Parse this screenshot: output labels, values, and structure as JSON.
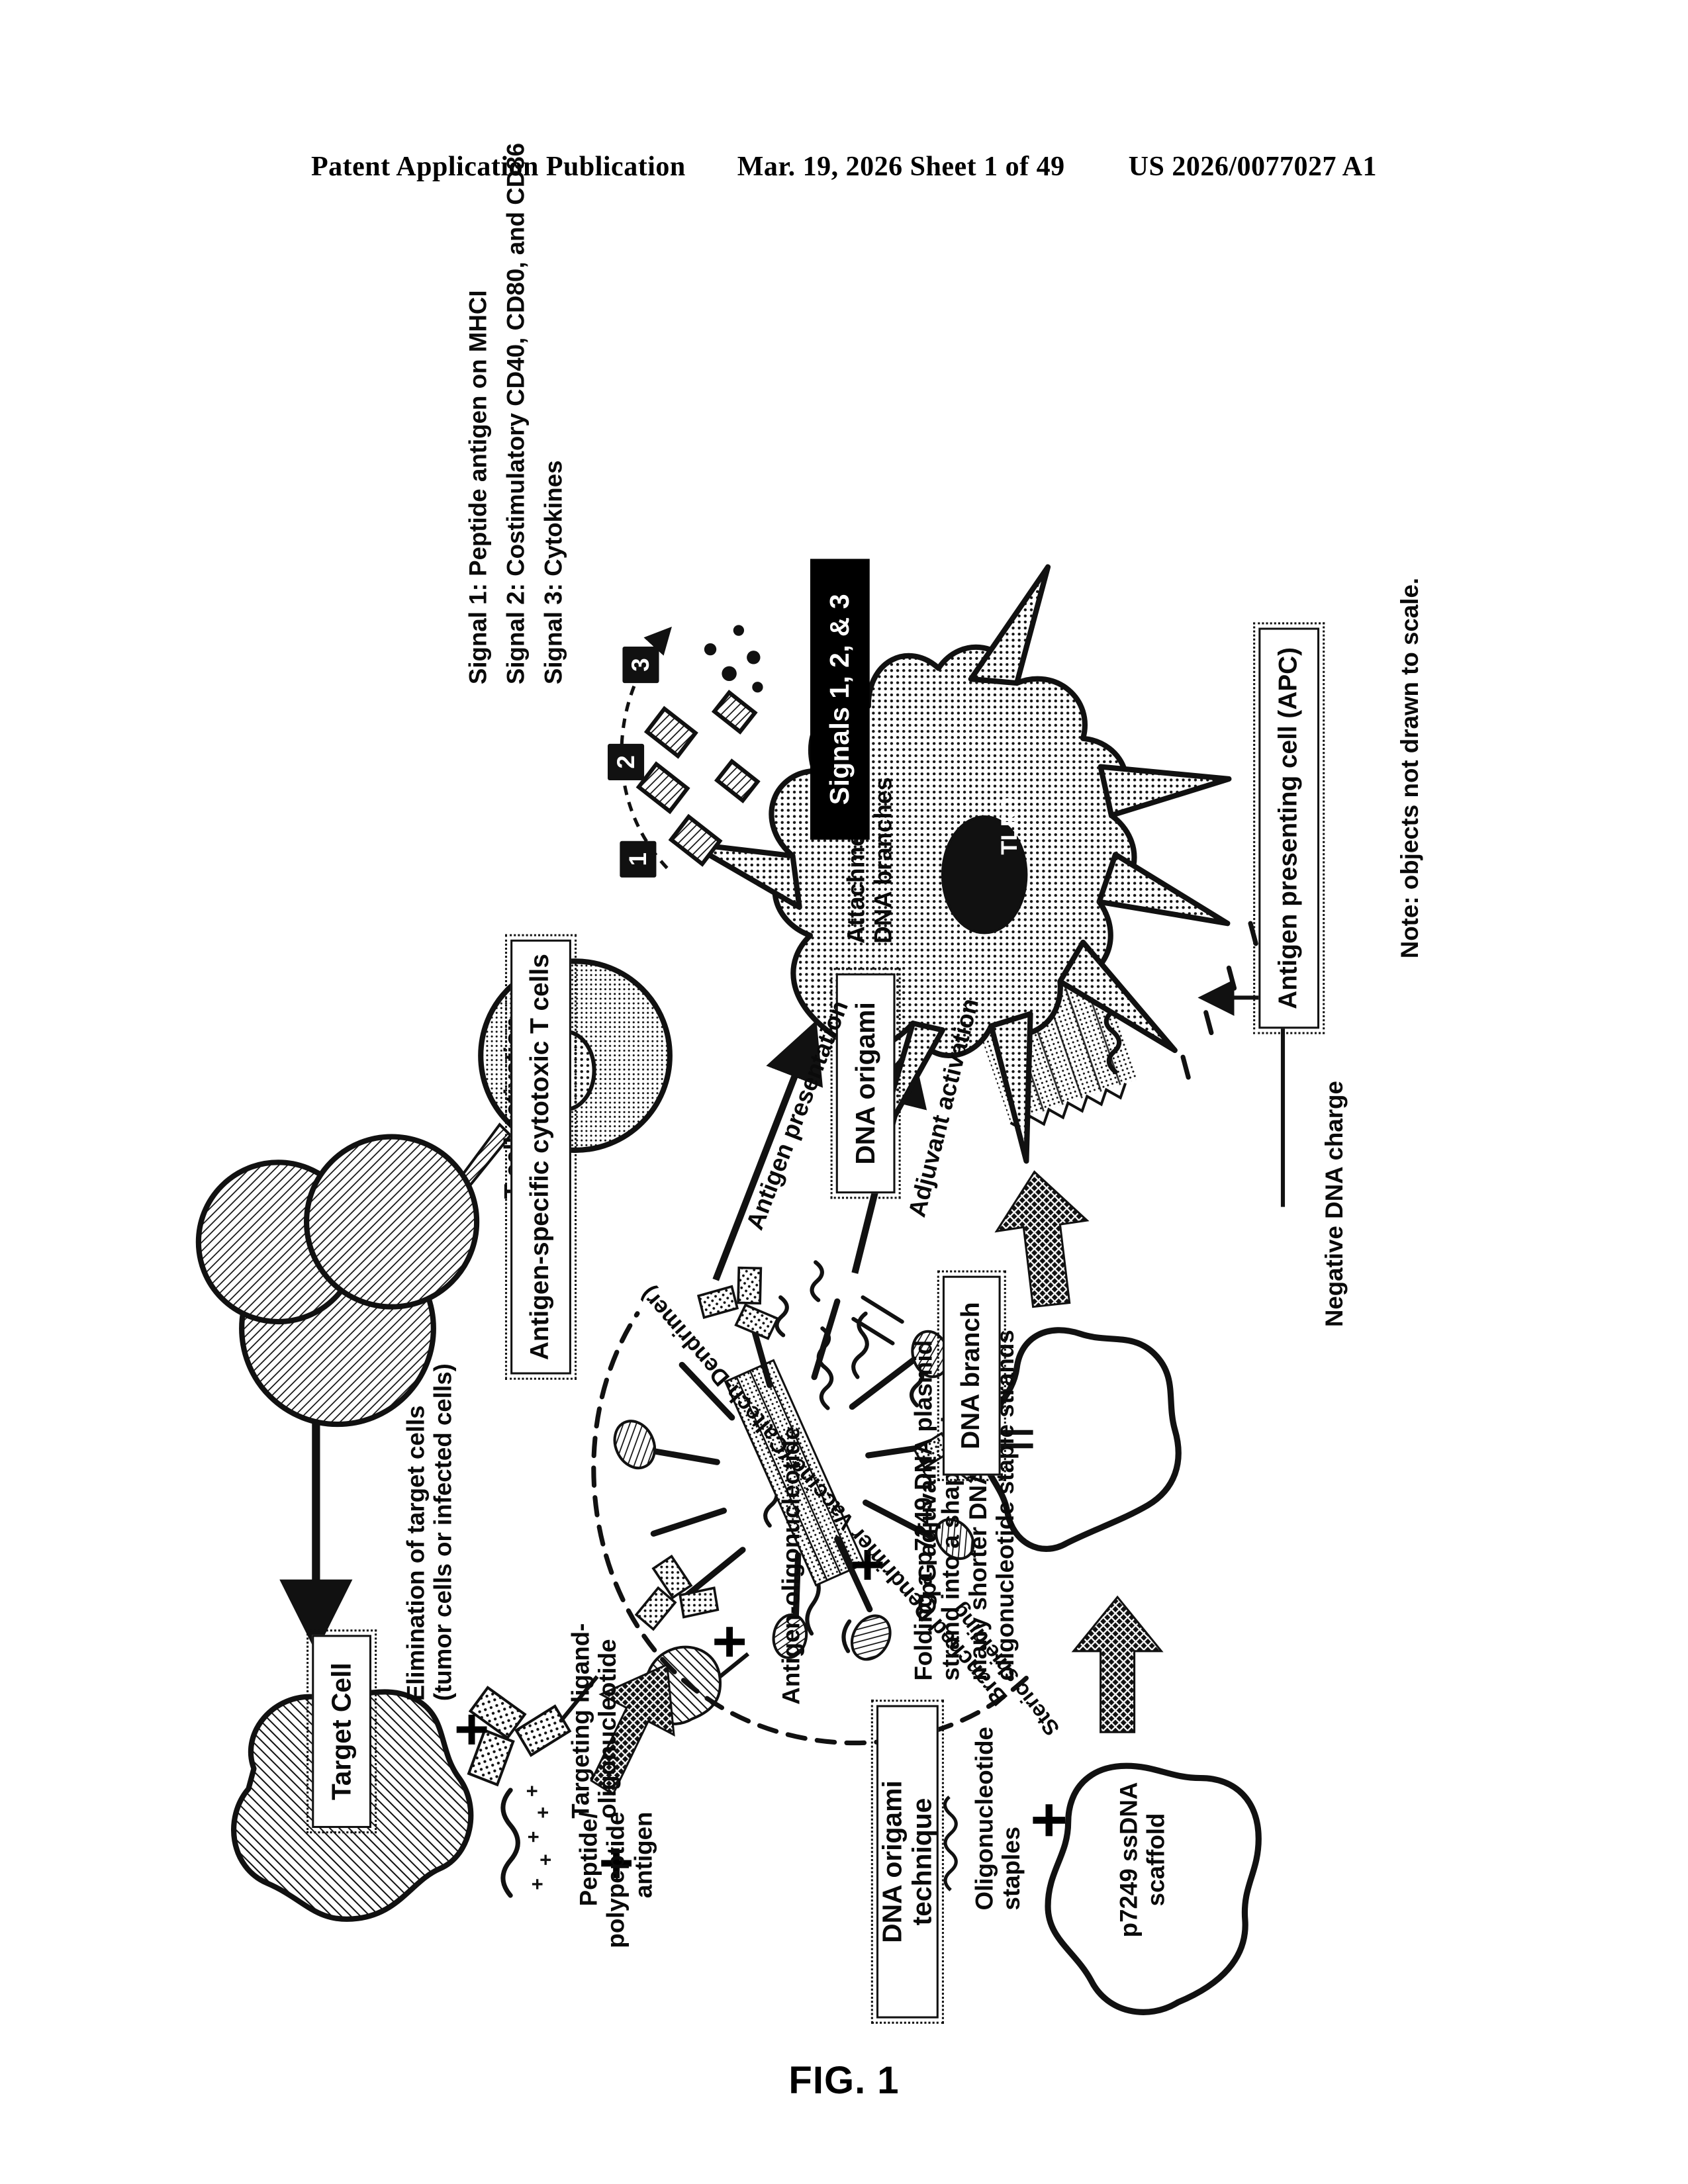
{
  "header": {
    "publication": "Patent Application Publication",
    "date_sheet": "Mar. 19, 2026  Sheet 1 of 49",
    "patent_number": "US 2026/0077027 A1"
  },
  "figure": {
    "caption": "FIG. 1",
    "note": "Note: objects not drawn to scale.",
    "boxed_labels": {
      "dna_origami_technique": "DNA origami technique",
      "dna_origami": "DNA origami",
      "dna_branch": "DNA branch",
      "target_cell": "Target Cell",
      "antigen_specific_t_cells": "Antigen-specific cytotoxic T cells",
      "apc": "Antigen presenting cell (APC)"
    },
    "component_labels": {
      "scaffold": "p7249 ssDNA\nscaffold",
      "oligo_staples": "Oligonucleotide\nstaples",
      "folding_description": "Folding a p7249 DNA plasmid\nstrand into a shape using\nmany shorter DNA\noligonucleotide staple strands",
      "targeting_ligand": "Targeting ligand-\noligonucleotide",
      "antigen_oligo": "Antigen-oligonucleotide",
      "cpg_adjuvant": "CpG adjuvant",
      "peptide_antigen": "Peptide/\npolypeptide\nantigen",
      "attachment_arms": "Attachment arms for\nDNA branches",
      "negative_charge": "Negative DNA charge",
      "branched_vaccine": "Branched Dendrimer Vaccine (Caltech-Dendrimer)",
      "steric_shielding": "Steric shielding",
      "tlr9": "TLR9"
    },
    "process_labels": {
      "antigen_presentation": "Antigen presentation",
      "adjuvant_activation": "Adjuvant activation",
      "t_cell_activation": "T cell activation\n& expansion",
      "elimination": "Elimination of target cells\n(tumor cells or infected cells)"
    },
    "signals": {
      "banner": "Signals 1, 2, & 3",
      "markers": [
        "1",
        "2",
        "3"
      ],
      "list": [
        "Signal 1: Peptide antigen on MHCI",
        "Signal 2: Costimulatory CD40, CD80, and CD86",
        "Signal 3: Cytokines"
      ]
    },
    "plus_symbols": [
      "+",
      "+",
      "+",
      "+",
      "+"
    ],
    "colors": {
      "ink": "#000000",
      "paper": "#ffffff"
    }
  }
}
